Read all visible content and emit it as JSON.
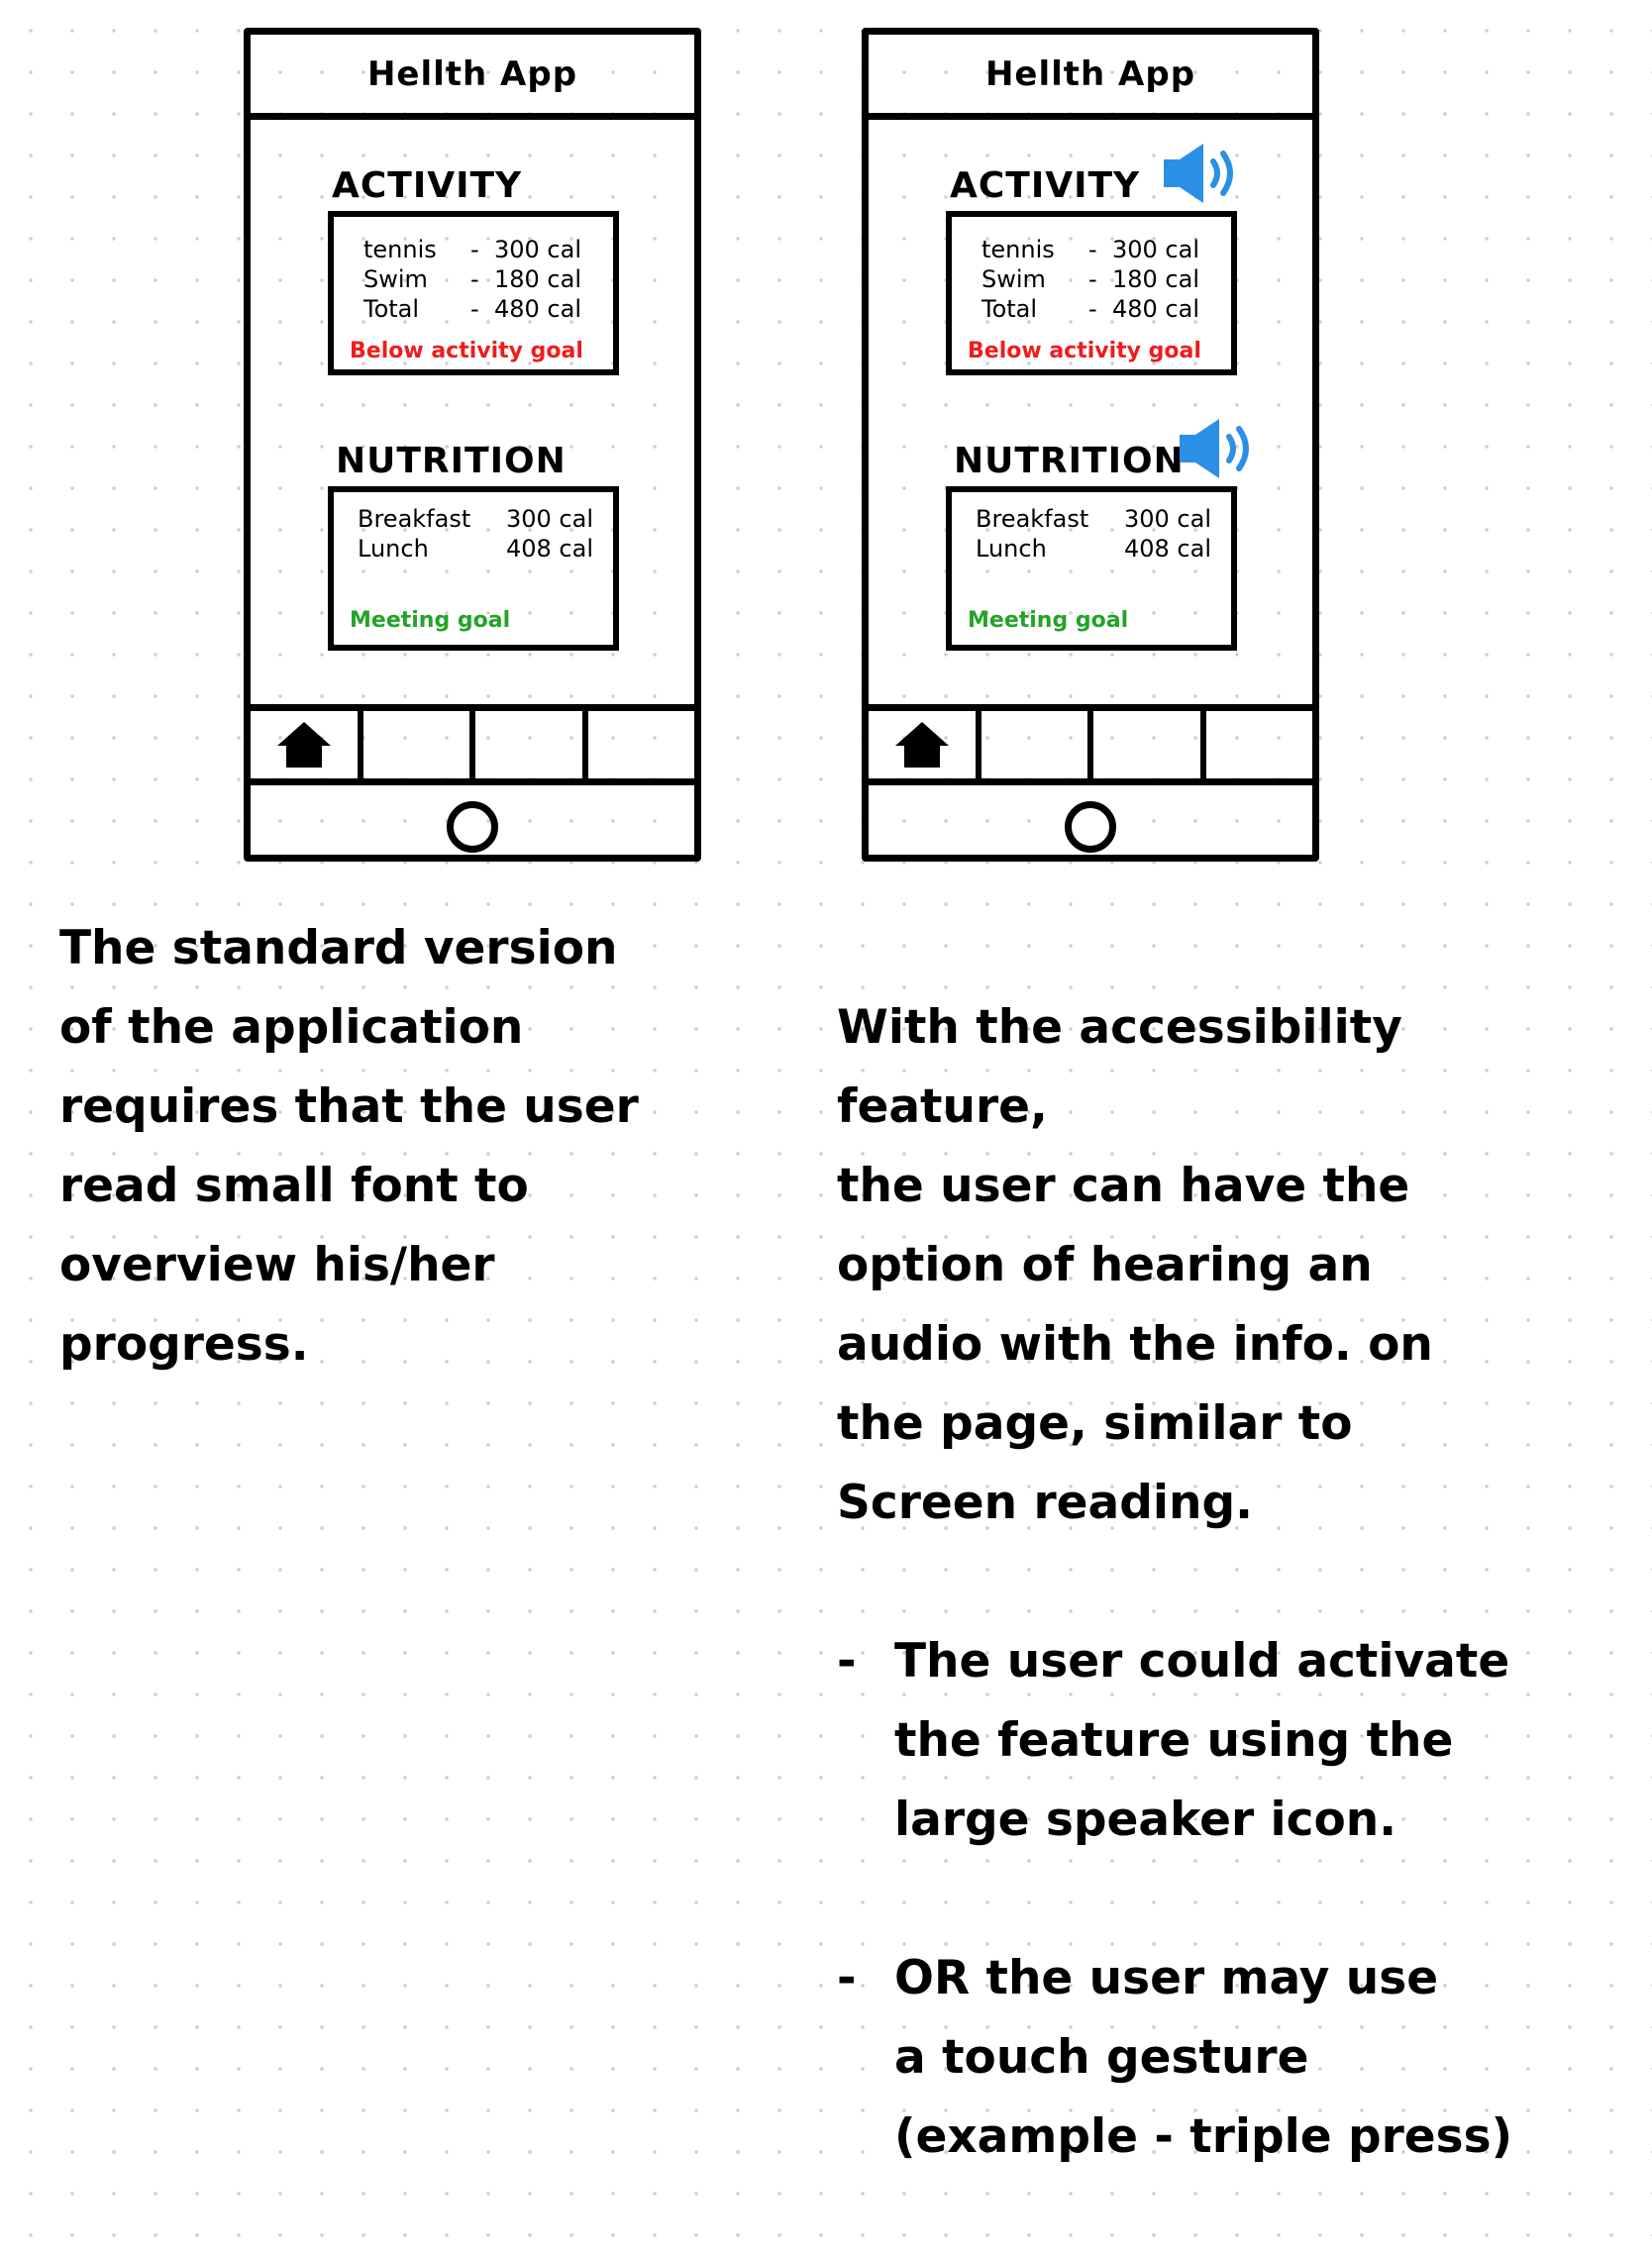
{
  "phones": [
    {
      "app_title": "Hellth App",
      "activity": {
        "title": "ACTIVITY",
        "items": [
          {
            "name": "tennis",
            "sep": "-",
            "value": "300 cal"
          },
          {
            "name": "Swim",
            "sep": "-",
            "value": "180 cal"
          },
          {
            "name": "Total",
            "sep": "-",
            "value": "480 cal"
          }
        ],
        "status": "Below activity goal"
      },
      "nutrition": {
        "title": "NUTRITION",
        "items": [
          {
            "name": "Breakfast",
            "value": "300 cal"
          },
          {
            "name": "Lunch",
            "value": "408 cal"
          }
        ],
        "status": "Meeting goal"
      }
    },
    {
      "app_title": "Hellth App",
      "activity": {
        "title": "ACTIVITY",
        "items": [
          {
            "name": "tennis",
            "sep": "-",
            "value": "300 cal"
          },
          {
            "name": "Swim",
            "sep": "-",
            "value": "180 cal"
          },
          {
            "name": "Total",
            "sep": "-",
            "value": "480 cal"
          }
        ],
        "status": "Below activity goal"
      },
      "nutrition": {
        "title": "NUTRITION",
        "items": [
          {
            "name": "Breakfast",
            "value": "300 cal"
          },
          {
            "name": "Lunch",
            "value": "408 cal"
          }
        ],
        "status": "Meeting goal"
      }
    }
  ],
  "icons": {
    "home": "home-icon",
    "speaker": "speaker-icon"
  },
  "colors": {
    "status_below": "#ee1c1c",
    "status_meeting": "#23a427",
    "speaker": "#2b8fe6"
  },
  "captions": {
    "left": "The standard version\n of the application\nrequires that the user\nread small font to\noverview his/her\nprogress.",
    "right_intro": "With the accessibility feature,\nthe user can have the\n option of hearing an\naudio with the info. on\nthe page, similar to\nScreen reading.",
    "right_bullet_1": "The user could activate\nthe feature using the\n large speaker icon.",
    "right_bullet_2": "OR the user may use\na touch gesture\n(example - triple press)"
  }
}
